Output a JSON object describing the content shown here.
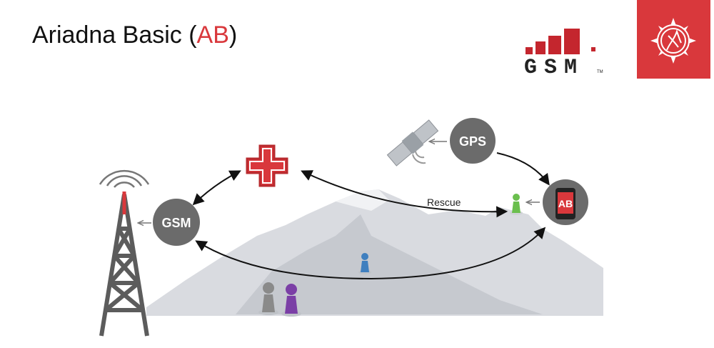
{
  "title": {
    "prefix": "Ariadna Basic (",
    "accent": "AB",
    "suffix": ")"
  },
  "logo": {
    "gsm_text": "GSM"
  },
  "nodes": {
    "gsm": "GSM",
    "gps": "GPS",
    "phone": "AB"
  },
  "edges": {
    "rescue": "Rescue"
  },
  "colors": {
    "accent": "#d9383c",
    "node_gray": "#6b6b6b",
    "mountain": "#d9dbe0",
    "tower": "#5c5c5c",
    "hiker_green": "#6bbf4e",
    "hiker_blue": "#3f7fbf",
    "hiker_gray": "#8a8a8a",
    "hiker_purple": "#7b3fa6"
  }
}
